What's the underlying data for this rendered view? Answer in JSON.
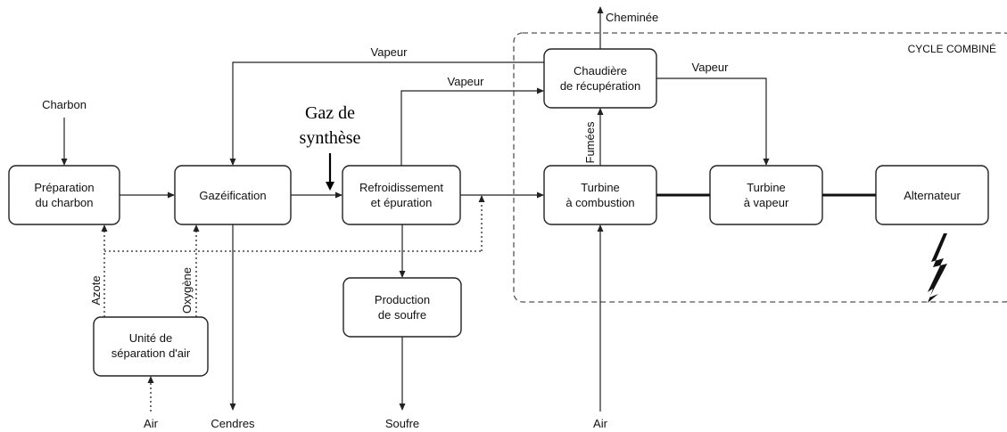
{
  "nodes": {
    "preparation": [
      "Préparation",
      "du charbon"
    ],
    "gazeification": [
      "Gazéification"
    ],
    "refroidissement": [
      "Refroidissement",
      "et épuration"
    ],
    "production_soufre": [
      "Production",
      "de soufre"
    ],
    "unite_air": [
      "Unité de",
      "séparation d'air"
    ],
    "chaudiere": [
      "Chaudière",
      "de récupération"
    ],
    "turbine_combustion": [
      "Turbine",
      "à combustion"
    ],
    "turbine_vapeur": [
      "Turbine",
      "à vapeur"
    ],
    "alternateur": [
      "Alternateur"
    ]
  },
  "labels": {
    "charbon": "Charbon",
    "air_left": "Air",
    "cendres": "Cendres",
    "soufre": "Soufre",
    "air_right": "Air",
    "cheminee": "Cheminée",
    "vapeur_top": "Vapeur",
    "vapeur_mid": "Vapeur",
    "vapeur_right": "Vapeur",
    "fumees": "Fumées",
    "azote": "Azote",
    "oxygene": "Oxygène",
    "gaz_synthese": [
      "Gaz de",
      "synthèse"
    ],
    "cycle_combine": "CYCLE COMBINÉ"
  }
}
